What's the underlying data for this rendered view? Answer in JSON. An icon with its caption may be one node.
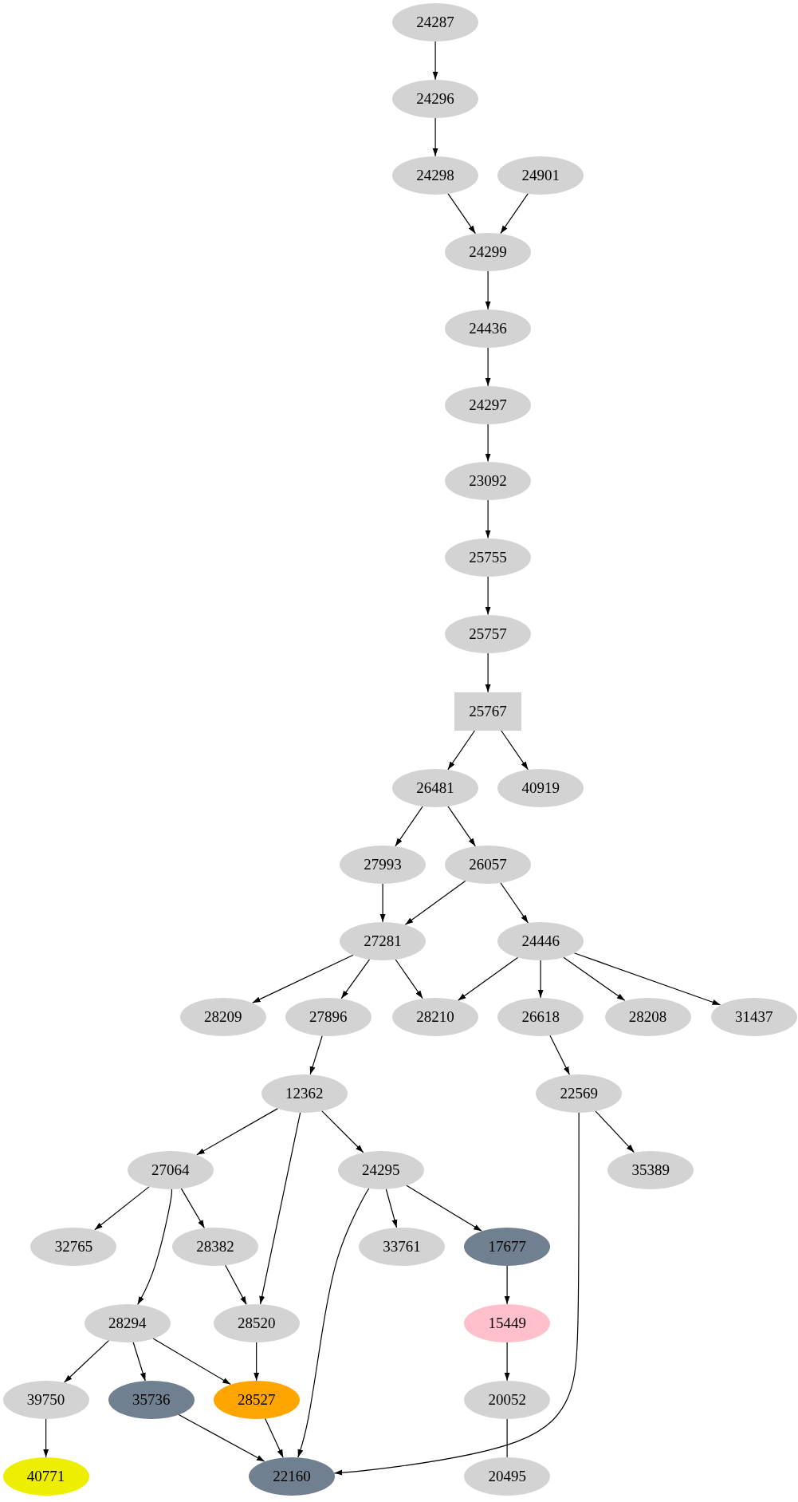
{
  "diagram": {
    "nodes": [
      {
        "text": [
          "24287"
        ]
      },
      {
        "text": [
          "24296"
        ]
      },
      {
        "text": [
          "24298"
        ]
      },
      {
        "text": [
          "24901"
        ]
      },
      {
        "text": [
          "24299"
        ]
      },
      {
        "text": [
          "24436"
        ]
      },
      {
        "text": [
          "24297"
        ]
      },
      {
        "text": [
          "23092"
        ]
      },
      {
        "text": [
          "25755"
        ]
      },
      {
        "text": [
          "25757"
        ]
      },
      {
        "text": [
          "25767"
        ]
      },
      {
        "text": [
          "26481"
        ]
      },
      {
        "text": [
          "40919"
        ]
      },
      {
        "text": [
          "27993"
        ]
      },
      {
        "text": [
          "26057"
        ]
      },
      {
        "text": [
          "27281"
        ]
      },
      {
        "text": [
          "24446"
        ]
      },
      {
        "text": [
          "28209"
        ]
      },
      {
        "text": [
          "27896"
        ]
      },
      {
        "text": [
          "28210"
        ]
      },
      {
        "text": [
          "26618"
        ]
      },
      {
        "text": [
          "28208"
        ]
      },
      {
        "text": [
          "31437"
        ]
      },
      {
        "text": [
          "12362"
        ]
      },
      {
        "text": [
          "22569"
        ]
      },
      {
        "text": [
          "27064"
        ]
      },
      {
        "text": [
          "24295"
        ]
      },
      {
        "text": [
          "35389"
        ]
      },
      {
        "text": [
          "32765"
        ]
      },
      {
        "text": [
          "28382"
        ]
      },
      {
        "text": [
          "33761"
        ]
      },
      {
        "text": [
          "17677"
        ]
      },
      {
        "text": [
          "28294"
        ]
      },
      {
        "text": [
          "28520"
        ]
      },
      {
        "text": [
          "15449"
        ]
      },
      {
        "text": [
          "39750"
        ]
      },
      {
        "text": [
          "35736"
        ]
      },
      {
        "text": [
          "28527"
        ]
      },
      {
        "text": [
          "20052"
        ]
      },
      {
        "text": [
          "40771"
        ]
      },
      {
        "text": [
          "22160"
        ]
      },
      {
        "text": [
          "20495"
        ]
      }
    ],
    "edges": [
      {
        "from": 0,
        "to": 1,
        "arrow": "to"
      },
      {
        "from": 1,
        "to": 2,
        "arrow": "to"
      },
      {
        "from": 2,
        "to": 4,
        "arrow": "to"
      },
      {
        "from": 3,
        "to": 4,
        "arrow": "to"
      },
      {
        "from": 4,
        "to": 5,
        "arrow": "to"
      },
      {
        "from": 5,
        "to": 6,
        "arrow": "to"
      },
      {
        "from": 6,
        "to": 7,
        "arrow": "to"
      },
      {
        "from": 7,
        "to": 8,
        "arrow": "to"
      },
      {
        "from": 8,
        "to": 9,
        "arrow": "to"
      },
      {
        "from": 9,
        "to": 10,
        "arrow": "to"
      },
      {
        "from": 10,
        "to": 11,
        "arrow": "to"
      },
      {
        "from": 10,
        "to": 12,
        "arrow": "to"
      },
      {
        "from": 11,
        "to": 13,
        "arrow": "to"
      },
      {
        "from": 11,
        "to": 14,
        "arrow": "to"
      },
      {
        "from": 13,
        "to": 15,
        "arrow": "to"
      },
      {
        "from": 14,
        "to": 15,
        "arrow": "to"
      },
      {
        "from": 14,
        "to": 16,
        "arrow": "to"
      },
      {
        "from": 15,
        "to": 17,
        "arrow": "to"
      },
      {
        "from": 15,
        "to": 18,
        "arrow": "to"
      },
      {
        "from": 15,
        "to": 19,
        "arrow": "to"
      },
      {
        "from": 16,
        "to": 19,
        "arrow": "to"
      },
      {
        "from": 16,
        "to": 20,
        "arrow": "to"
      },
      {
        "from": 16,
        "to": 21,
        "arrow": "to"
      },
      {
        "from": 16,
        "to": 22,
        "arrow": "to"
      },
      {
        "from": 18,
        "to": 23,
        "arrow": "to"
      },
      {
        "from": 20,
        "to": 24,
        "arrow": "to"
      },
      {
        "from": 23,
        "to": 25,
        "arrow": "to"
      },
      {
        "from": 23,
        "to": 33,
        "arrow": "to"
      },
      {
        "from": 23,
        "to": 26,
        "arrow": "to"
      },
      {
        "from": 24,
        "to": 27,
        "arrow": "to"
      },
      {
        "from": 24,
        "to": 40,
        "arrow": "to"
      },
      {
        "from": 25,
        "to": 28,
        "arrow": "to"
      },
      {
        "from": 25,
        "to": 29,
        "arrow": "to"
      },
      {
        "from": 25,
        "to": 32,
        "arrow": "to"
      },
      {
        "from": 26,
        "to": 30,
        "arrow": "to"
      },
      {
        "from": 26,
        "to": 31,
        "arrow": "to"
      },
      {
        "from": 26,
        "to": 40,
        "arrow": "to"
      },
      {
        "from": 29,
        "to": 33,
        "arrow": "to"
      },
      {
        "from": 31,
        "to": 34,
        "arrow": "to"
      },
      {
        "from": 32,
        "to": 35,
        "arrow": "to"
      },
      {
        "from": 32,
        "to": 36,
        "arrow": "to"
      },
      {
        "from": 32,
        "to": 37,
        "arrow": "to"
      },
      {
        "from": 33,
        "to": 37,
        "arrow": "to"
      },
      {
        "from": 34,
        "to": 38,
        "arrow": "to"
      },
      {
        "from": 35,
        "to": 39,
        "arrow": "to"
      },
      {
        "from": 36,
        "to": 40,
        "arrow": "to"
      },
      {
        "from": 37,
        "to": 40,
        "arrow": "to"
      },
      {
        "from": 38,
        "to": 41,
        "arrow": "none"
      }
    ]
  }
}
